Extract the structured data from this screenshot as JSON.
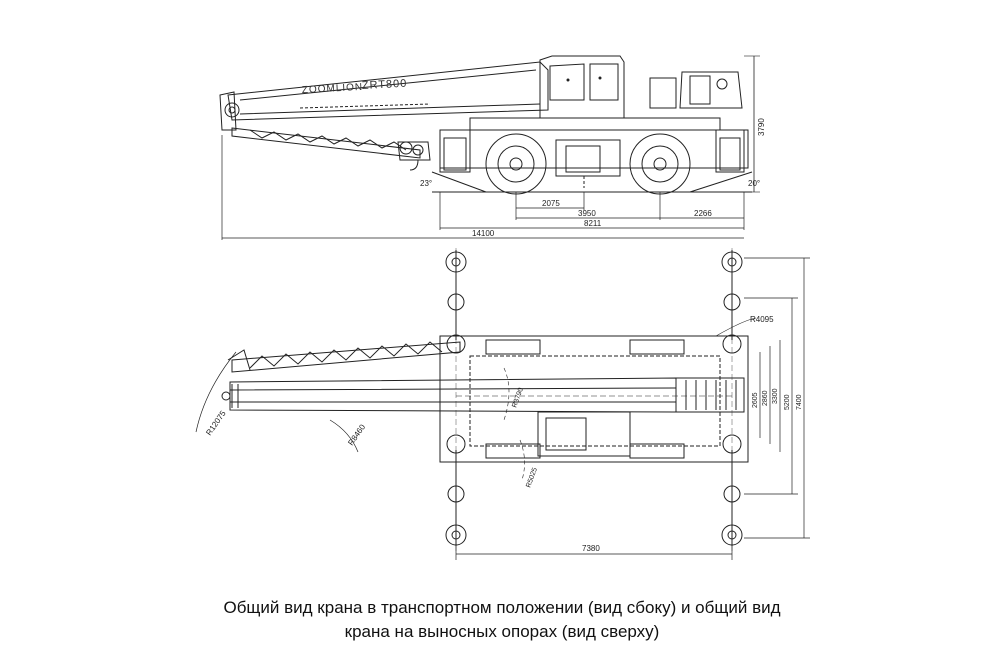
{
  "drawing": {
    "brand_text": "ZOOMLION",
    "model_text": "ZRT800",
    "side_view": {
      "angle_front": "23°",
      "angle_rear": "20°",
      "dim_height": "3790",
      "dim_wheelbase_part": "2075",
      "dim_axle": "3950",
      "dim_rear_overhang": "2266",
      "dim_body_length": "8211",
      "dim_total_length": "14100"
    },
    "top_view": {
      "radius_outrigger": "R4095",
      "radius_tail": "R5025",
      "radius_turntable": "R3790",
      "radius_boom_head": "R8460",
      "radius_max": "R12075",
      "dim_width_1": "2605",
      "dim_width_2": "2860",
      "dim_width_3": "3300",
      "dim_width_4": "5200",
      "dim_width_5": "7400",
      "dim_outrigger_span": "7380"
    }
  },
  "caption": {
    "line1": "Общий вид крана в транспортном положении (вид сбоку) и общий вид",
    "line2": "крана на выносных опорах (вид сверху)"
  },
  "colors": {
    "line": "#222222",
    "paper": "#ffffff",
    "caption_text": "#111111"
  }
}
